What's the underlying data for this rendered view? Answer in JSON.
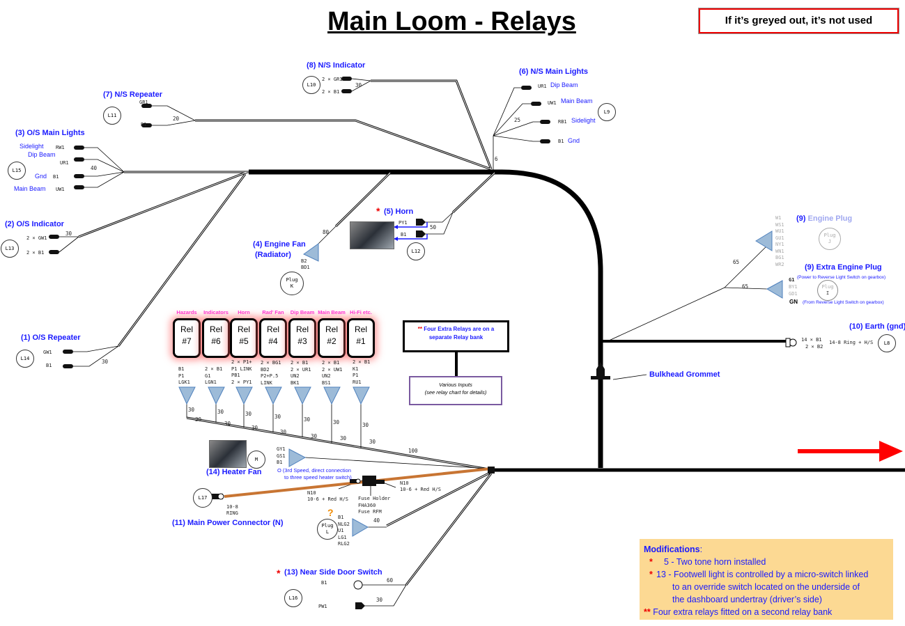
{
  "title": "Main Loom - Relays",
  "note": "If it’s greyed out, it’s not used",
  "colors": {
    "label_blue": "#1a1aff",
    "relay_label": "#ff33dd",
    "power_cable": "#c87533",
    "note_border": "#e00000",
    "mods_bg": "#fcd993",
    "arrow": "#ff0000",
    "connector_triangle": "#9dbbd8"
  },
  "components": {
    "ns_repeater": {
      "label": "(7)  N/S Repeater",
      "loc": "L11",
      "codes": [
        "GR1",
        "B1"
      ],
      "length": "20"
    },
    "os_main_lights": {
      "label": "(3)  O/S Main Lights",
      "loc": "L15",
      "items": [
        {
          "name": "Sidelight",
          "code": "RW1"
        },
        {
          "name": "Dip Beam",
          "code": "UR1"
        },
        {
          "name": "Gnd",
          "code": "B1"
        },
        {
          "name": "Main Beam",
          "code": "UW1"
        }
      ],
      "length": "40"
    },
    "os_indicator": {
      "label": "(2)  O/S Indicator",
      "loc": "L13",
      "codes": [
        "2 × GW1",
        "2 × B1"
      ],
      "length": "30"
    },
    "os_repeater": {
      "label": "(1)  O/S Repeater",
      "loc": "L14",
      "codes": [
        "GW1",
        "B1"
      ],
      "length": "30"
    },
    "ns_indicator": {
      "label": "(8)  N/S Indicator",
      "loc": "L10",
      "codes": [
        "2 × GR1",
        "2 × B1"
      ],
      "length": "30"
    },
    "ns_main_lights": {
      "label": "(6)  N/S Main Lights",
      "loc": "L9",
      "items": [
        {
          "name": "Dip Beam",
          "code": "UR1"
        },
        {
          "name": "Main Beam",
          "code": "UW1"
        },
        {
          "name": "Sidelight",
          "code": "RB1"
        },
        {
          "name": "Gnd",
          "code": "B1"
        }
      ],
      "length": "25",
      "trunk": "6"
    },
    "horn": {
      "star": "*",
      "label": "(5) Horn",
      "loc": "L12",
      "codes": [
        "PY1",
        "B1"
      ],
      "length": "50"
    },
    "engine_fan": {
      "label1": "(4) Engine Fan",
      "label2": "(Radiator)",
      "codes": [
        "B2",
        "BD1"
      ],
      "plug": "Plug",
      "plug_id": "K",
      "length": "80"
    },
    "engine_plug": {
      "num": "(9)",
      "label": "Engine Plug",
      "codes": [
        "W1",
        "WS1",
        "WU1",
        "GU1",
        "NY1",
        "WN1",
        "BG1",
        "WR2"
      ],
      "plug": "Plug",
      "plug_id": "J",
      "length": "65"
    },
    "extra_engine_plug": {
      "label": "(9) Extra Engine Plug",
      "note_power": "(Power to Reverse Light Switch on gearbox)",
      "note_from": "(From Reverse Light Switch on gearbox)",
      "codes": [
        "G1",
        "BY1",
        "GD1",
        "GN"
      ],
      "plug": "Plug",
      "plug_id": "I",
      "length": "65"
    },
    "earth": {
      "label": "(10) Earth (gnd)",
      "codes": [
        "14 × B1",
        "2 × B2"
      ],
      "ring": "14-8 Ring + H/S",
      "loc": "L8"
    },
    "bulkhead": {
      "label": "Bulkhead Grommet"
    },
    "heater_fan": {
      "label": "(14) Heater Fan",
      "loc": "M",
      "codes": [
        "GY1",
        "GS1",
        "B1"
      ],
      "note1": "O (3rd Speed, direct connection",
      "note2": "to three speed heater switch)"
    },
    "main_power": {
      "label": "(11) Main Power Connector (N)",
      "loc": "L17",
      "ring1": "10-8",
      "ring2": "RING",
      "n10_left": "N10",
      "n10_left_desc": "10-6 + Red H/S",
      "n10_right": "N10",
      "n10_right_desc": "10-6 + Red H/S",
      "fuse": [
        "Fuse Holder",
        "FHA360",
        "Fuse RFM"
      ]
    },
    "plug_l": {
      "question": "?",
      "plug": "Plug",
      "plug_id": "L",
      "codes": [
        "B1",
        "NLG2",
        "U1",
        "LG1",
        "RLG2"
      ],
      "length": "40"
    },
    "door_switch": {
      "star": "*",
      "label": "(13) Near Side Door Switch",
      "loc": "L16",
      "codes": [
        "B1",
        "PW1"
      ],
      "lengths": [
        "60",
        "30"
      ]
    },
    "relay_bus_length": "100"
  },
  "relays": [
    {
      "func": "Hazards",
      "name": "Rel",
      "num": "#7",
      "codes": [
        "B1",
        "P1",
        "LGK1"
      ],
      "length": "30",
      "bus": "30"
    },
    {
      "func": "Indicators",
      "name": "Rel",
      "num": "#6",
      "codes": [
        "2 × B1",
        "G1",
        "LGN1"
      ],
      "length": "30",
      "bus": "30"
    },
    {
      "func": "Horn",
      "name": "Rel",
      "num": "#5",
      "codes": [
        "2 × P1+",
        "P1 LINK",
        "PB1",
        "2 × PY1"
      ],
      "length": "30",
      "bus": "30"
    },
    {
      "func": "Rad’ Fan",
      "name": "Rel",
      "num": "#4",
      "codes": [
        "2 × BG1",
        "BD2",
        "P2+P.5",
        "LINK"
      ],
      "length": "30",
      "bus": "30"
    },
    {
      "func": "Dip Beam",
      "name": "Rel",
      "num": "#3",
      "codes": [
        "2 × B1",
        "2 × UR1",
        "UN2",
        "BK1"
      ],
      "length": "30",
      "bus": "30"
    },
    {
      "func": "Main Beam",
      "name": "Rel",
      "num": "#2",
      "codes": [
        "2 × B1",
        "2 × UW1",
        "UN2",
        "BS1"
      ],
      "length": "30",
      "bus": "30"
    },
    {
      "func": "Hi-Fi etc.",
      "name": "Rel",
      "num": "#1",
      "codes": [
        "2 × B1",
        "K1",
        "P1",
        "RU1"
      ],
      "length": "30",
      "bus": "30"
    }
  ],
  "extra_relays": {
    "stars": "**",
    "line1": "Four Extra Relays are on a",
    "line2": "separate Relay bank",
    "inputs1": "Various Inputs",
    "inputs2": "(see relay chart for details)"
  },
  "modifications": {
    "title": "Modifications",
    "colon": ":",
    "items": [
      {
        "mark": "*",
        "text": "  5 - Two tone horn installed"
      },
      {
        "mark": "*",
        "text": "13 - Footwell light is controlled by a micro-switch linked"
      },
      {
        "mark": "",
        "text": "to an override switch located on the underside of"
      },
      {
        "mark": "",
        "text": "the dashboard undertray (driver’s side)"
      },
      {
        "mark": "**",
        "text": "Four extra relays fitted on a second relay bank"
      }
    ]
  }
}
